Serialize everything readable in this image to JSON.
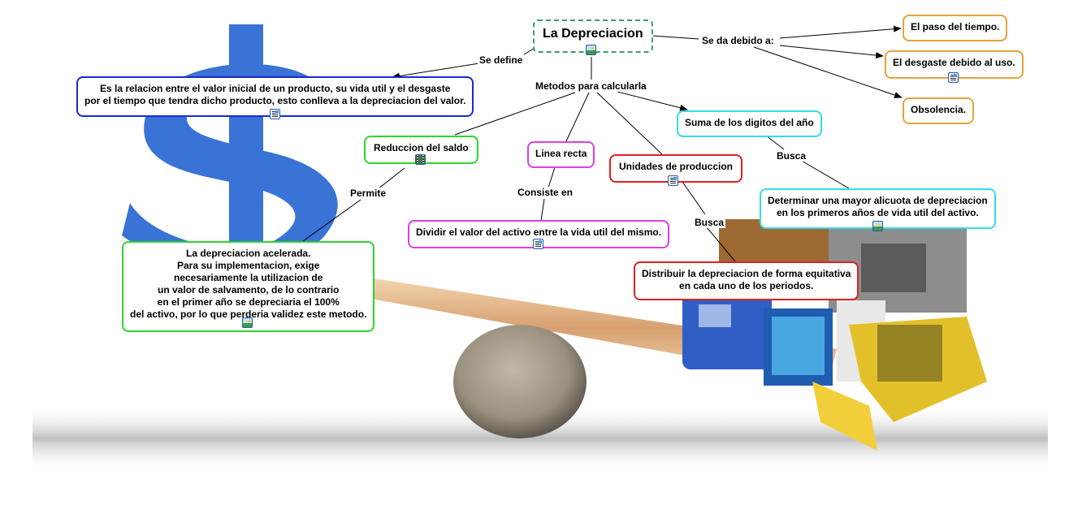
{
  "map_title": "La Depreciacion",
  "colors": {
    "title_border": "#3f9b73",
    "definition_border": "#1a2ad0",
    "cause_border": "#e9a23b",
    "method_reduccion": "#2ed62e",
    "method_linea": "#e03de0",
    "method_unidades": "#e02020",
    "method_suma": "#33dde8"
  },
  "nodes": {
    "title": {
      "text": "La Depreciacion",
      "resource": "image"
    },
    "definition": {
      "lines": [
        "Es la relacion entre el valor inicial de un producto, su vida util y el desgaste",
        "por el tiempo que tendra dicho producto, esto conlleva a la depreciacion del valor."
      ],
      "resource": "document"
    },
    "cause_1": {
      "text": "El paso del tiempo."
    },
    "cause_2": {
      "text": "El desgaste debido al uso.",
      "resource": "document"
    },
    "cause_3": {
      "text": "Obsolencia."
    },
    "reduccion": {
      "text": "Reduccion del saldo",
      "resource": "video"
    },
    "linea_recta": {
      "text": "Linea recta"
    },
    "unidades": {
      "text": "Unidades de produccion",
      "resource": "document"
    },
    "suma_digitos": {
      "text": "Suma de los digitos del año"
    },
    "acelerada": {
      "lines": [
        "La depreciacion acelerada.",
        "Para su implementacion, exige",
        "necesariamente la utilizacion de",
        "un valor de salvamento, de lo contrario",
        "en el primer año se depreciaria el 100%",
        "del activo, por lo que perderia validez este metodo."
      ],
      "resource": "image"
    },
    "dividir": {
      "text": "Dividir el valor del activo entre la vida util del mismo.",
      "resource": "document"
    },
    "distribuir": {
      "lines": [
        "Distribuir la depreciacion de forma equitativa",
        "en cada uno de los periodos."
      ]
    },
    "determinar": {
      "lines": [
        "Determinar una mayor alicuota de depreciacion",
        "en los primeros años de vida util del activo."
      ],
      "resource": "image"
    }
  },
  "link_labels": {
    "se_define": "Se define",
    "se_da_debido": "Se da debido a:",
    "metodos": "Metodos para calcularla",
    "permite": "Permite",
    "consiste_en": "Consiste en",
    "busca_unidades": "Busca",
    "busca_suma": "Busca"
  }
}
